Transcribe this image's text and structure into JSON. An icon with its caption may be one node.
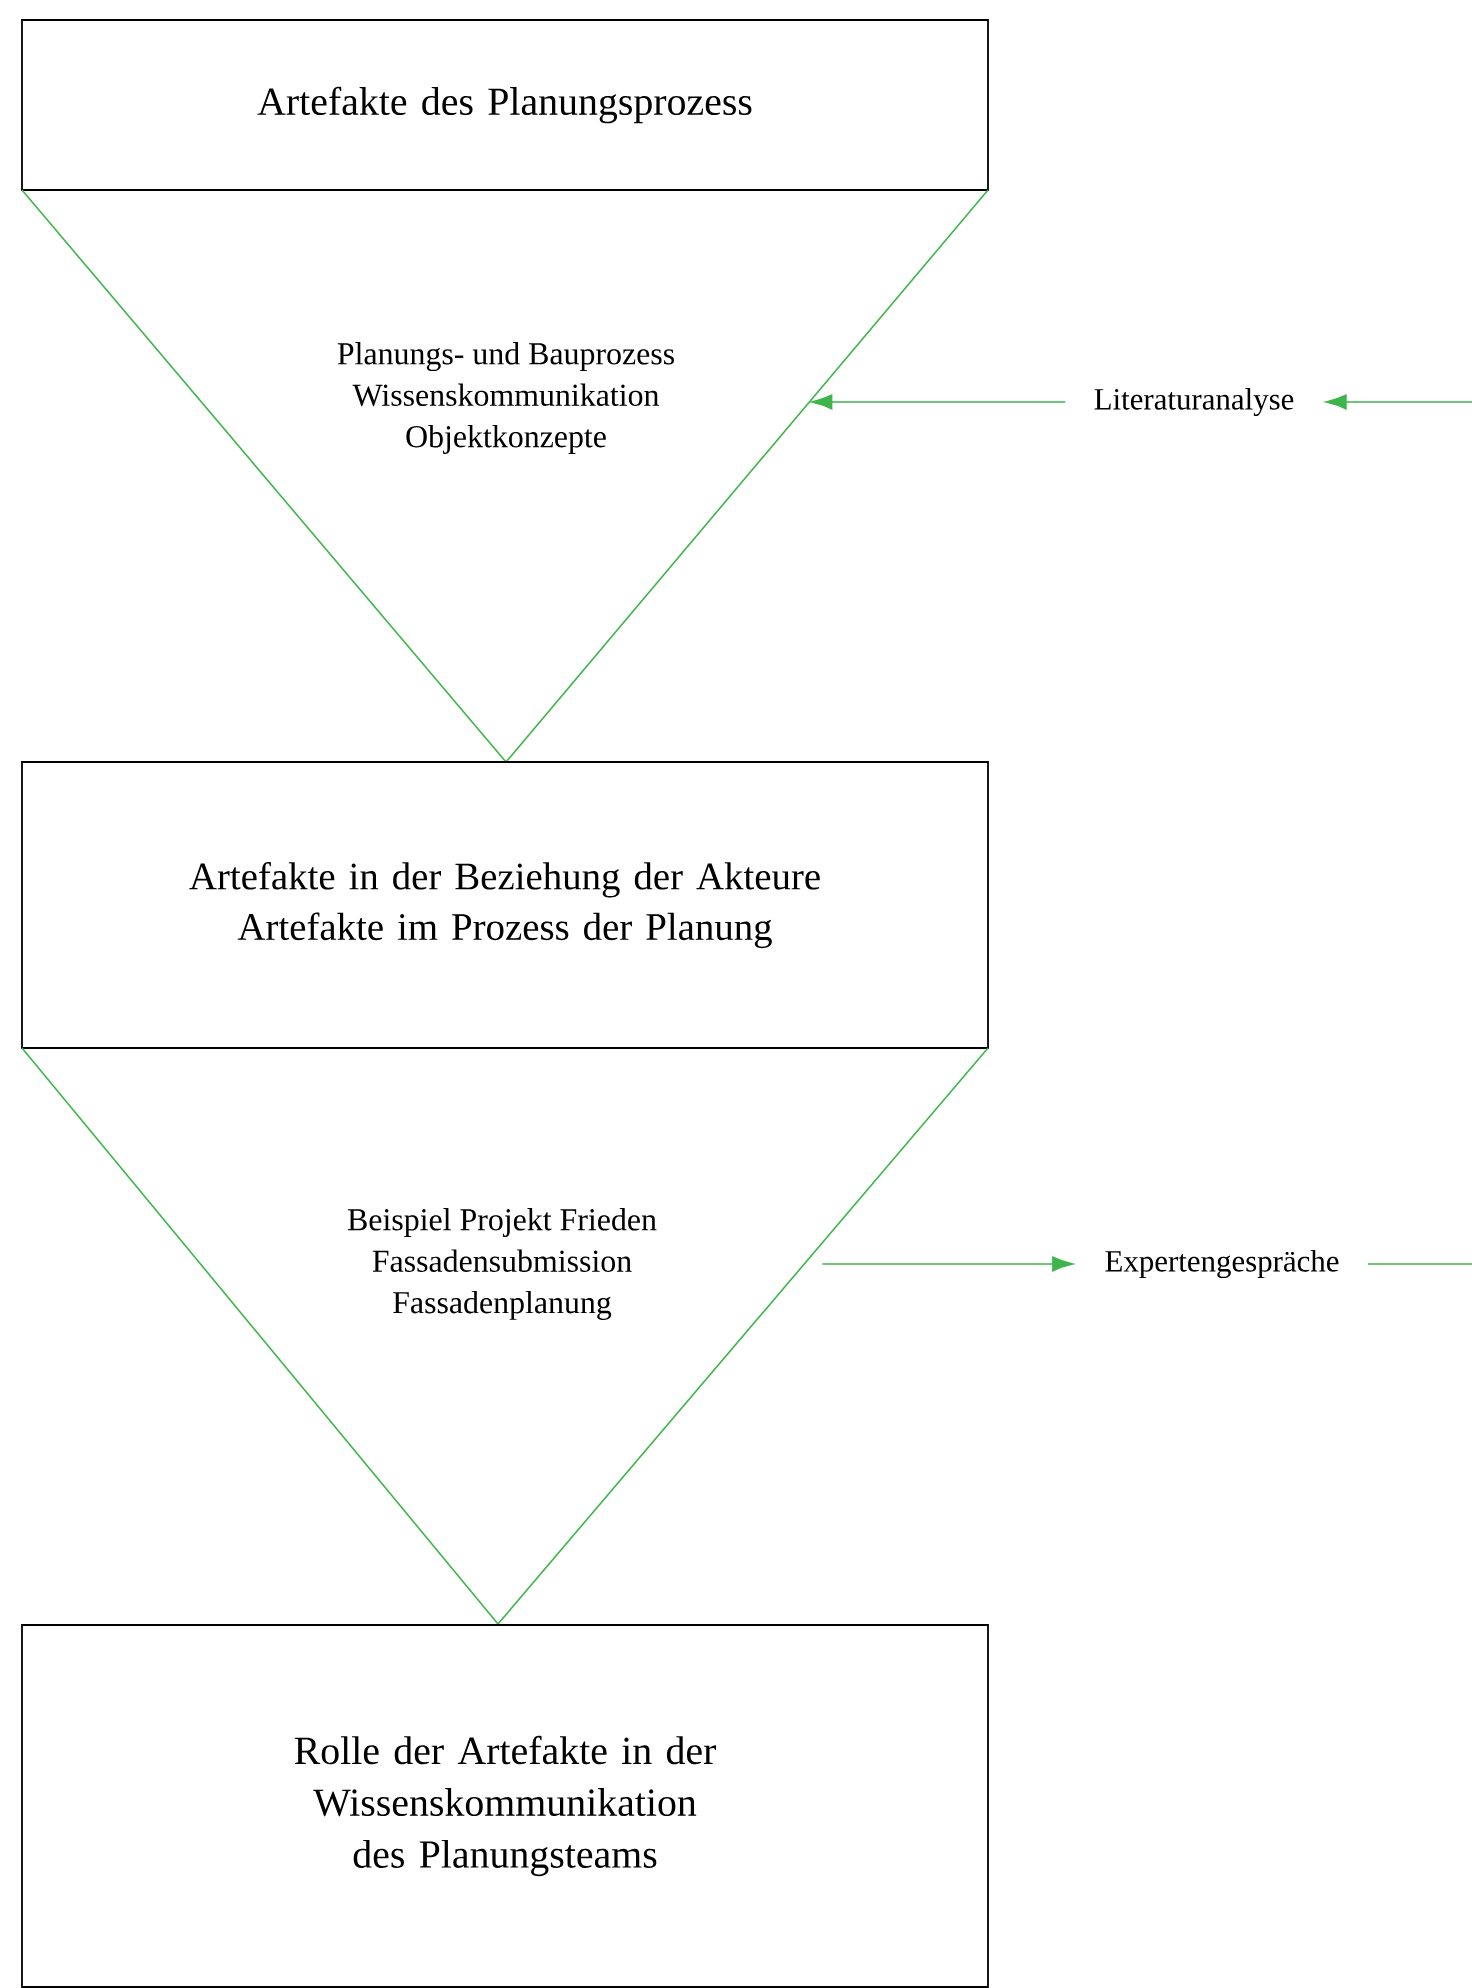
{
  "diagram": {
    "nodes": [
      {
        "text": [
          "Artefakte des Planungsprozess"
        ]
      },
      {
        "text": [
          "Planungs- und Bauprozess",
          "Wissenskommunikation",
          "Objektkonzepte"
        ]
      },
      {
        "text": [
          "Literaturanalyse"
        ]
      },
      {
        "text": [
          "Artefakte in der Beziehung der Akteure",
          "Artefakte im Prozess der Planung"
        ]
      },
      {
        "text": [
          "Beispiel Projekt Frieden",
          "Fassadensubmission",
          "Fassadenplanung"
        ]
      },
      {
        "text": [
          "Expertengespräche"
        ]
      },
      {
        "text": [
          "Rolle der Artefakte in der Wissenskommunikation des Planungsteams"
        ]
      }
    ],
    "edges": [
      {
        "from": 2,
        "to": 1,
        "arrow": "to"
      },
      {
        "from": null,
        "to": 2,
        "arrow": "to"
      },
      {
        "from": 4,
        "to": 5,
        "arrow": "to"
      },
      {
        "from": 5,
        "to": null,
        "arrow": "none"
      }
    ]
  }
}
